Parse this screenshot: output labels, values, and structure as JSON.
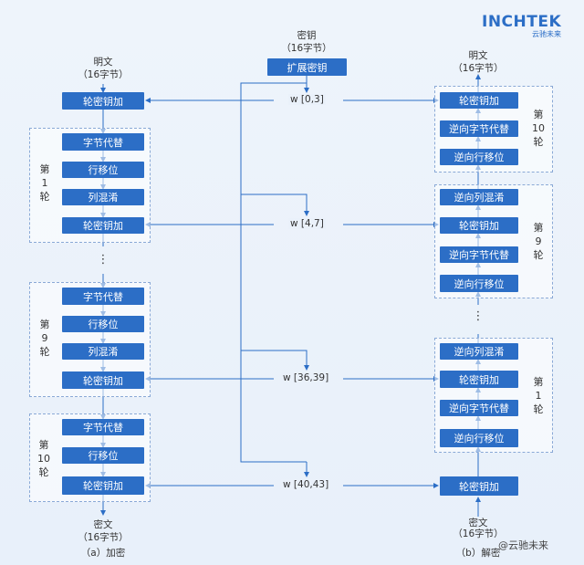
{
  "logo": {
    "main": "INCHTEK",
    "sub": "云驰未来"
  },
  "watermark": "@云驰未来",
  "key_source": {
    "title": "密钥",
    "size": "（16字节）",
    "expand_label": "扩展密钥"
  },
  "encrypt": {
    "input_title": "明文",
    "input_size": "（16字节）",
    "initial_add": "轮密钥加",
    "round1": {
      "label": [
        "第",
        "1",
        "轮"
      ],
      "steps": [
        "字节代替",
        "行移位",
        "列混淆",
        "轮密钥加"
      ]
    },
    "ellipsis": "⋮",
    "round9": {
      "label": [
        "第",
        "9",
        "轮"
      ],
      "steps": [
        "字节代替",
        "行移位",
        "列混淆",
        "轮密钥加"
      ]
    },
    "round10": {
      "label": [
        "第",
        "10",
        "轮"
      ],
      "steps": [
        "字节代替",
        "行移位",
        "轮密钥加"
      ]
    },
    "output_title": "密文",
    "output_size": "（16字节）",
    "caption": "（a）加密"
  },
  "decrypt": {
    "output_title": "明文",
    "output_size": "（16字节）",
    "round10": {
      "label": [
        "第",
        "10",
        "轮"
      ],
      "steps": [
        "轮密钥加",
        "逆向字节代替",
        "逆向行移位"
      ]
    },
    "round9": {
      "label": [
        "第",
        "9",
        "轮"
      ],
      "steps": [
        "逆向列混淆",
        "轮密钥加",
        "逆向字节代替",
        "逆向行移位"
      ]
    },
    "ellipsis": "⋮",
    "round1": {
      "label": [
        "第",
        "1",
        "轮"
      ],
      "steps": [
        "逆向列混淆",
        "轮密钥加",
        "逆向字节代替",
        "逆向行移位"
      ]
    },
    "initial_add": "轮密钥加",
    "input_title": "密文",
    "input_size": "（16字节）",
    "caption": "（b）解密"
  },
  "keys": [
    "w [0,3]",
    "w [4,7]",
    "w [36,39]",
    "w [40,43]"
  ],
  "colors": {
    "box": "#2c6ec6",
    "line": "#2c6ec6",
    "border": "#8aa9d6"
  }
}
